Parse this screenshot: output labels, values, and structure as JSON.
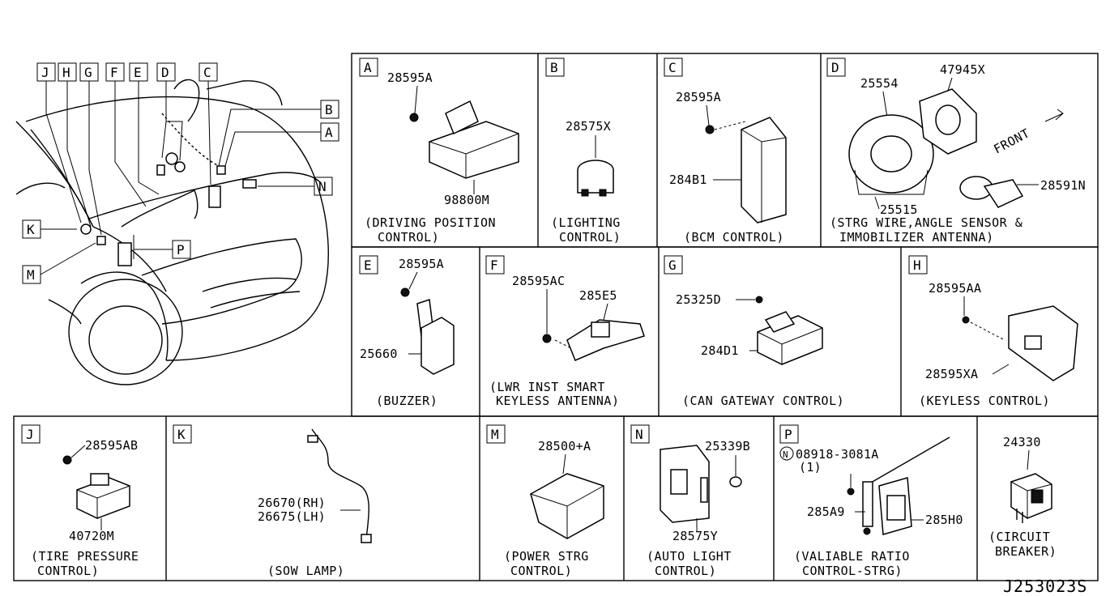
{
  "overview": {
    "callouts": [
      "J",
      "H",
      "G",
      "F",
      "E",
      "D",
      "C",
      "B",
      "A",
      "N",
      "K",
      "P",
      "M"
    ]
  },
  "panels": {
    "A": {
      "letter": "A",
      "parts": [
        "28595A",
        "98800M"
      ],
      "caption": [
        "(DRIVING POSITION",
        "CONTROL)"
      ]
    },
    "B": {
      "letter": "B",
      "parts": [
        "28575X"
      ],
      "caption": [
        "(LIGHTING",
        "CONTROL)"
      ]
    },
    "C": {
      "letter": "C",
      "parts": [
        "28595A",
        "284B1"
      ],
      "caption": [
        "(BCM CONTROL)"
      ]
    },
    "D": {
      "letter": "D",
      "parts": [
        "25554",
        "47945X",
        "25515",
        "28591N"
      ],
      "front": "FRONT",
      "caption": [
        "(STRG WIRE,ANGLE SENSOR &",
        "IMMOBILIZER ANTENNA)"
      ]
    },
    "E": {
      "letter": "E",
      "parts": [
        "28595A",
        "25660"
      ],
      "caption": [
        "(BUZZER)"
      ]
    },
    "F": {
      "letter": "F",
      "parts": [
        "28595AC",
        "285E5"
      ],
      "caption": [
        "(LWR INST SMART",
        "KEYLESS ANTENNA)"
      ]
    },
    "G": {
      "letter": "G",
      "parts": [
        "25325D",
        "284D1"
      ],
      "caption": [
        "(CAN GATEWAY CONTROL)"
      ]
    },
    "H": {
      "letter": "H",
      "parts": [
        "28595AA",
        "28595XA"
      ],
      "caption": [
        "(KEYLESS CONTROL)"
      ]
    },
    "J": {
      "letter": "J",
      "parts": [
        "28595AB",
        "40720M"
      ],
      "caption": [
        "(TIRE PRESSURE",
        "CONTROL)"
      ]
    },
    "K": {
      "letter": "K",
      "parts": [
        "26670(RH)",
        "26675(LH)"
      ],
      "caption": [
        "(SOW LAMP)"
      ]
    },
    "M": {
      "letter": "M",
      "parts": [
        "28500+A"
      ],
      "caption": [
        "(POWER STRG",
        "CONTROL)"
      ]
    },
    "N": {
      "letter": "N",
      "parts": [
        "25339B",
        "28575Y"
      ],
      "caption": [
        "(AUTO LIGHT",
        "CONTROL)"
      ]
    },
    "P": {
      "letter": "P",
      "parts": [
        "08918-3081A",
        "(1)",
        "285A9",
        "285H0"
      ],
      "caption": [
        "(VALIABLE RATIO",
        "CONTROL-STRG)"
      ]
    },
    "CB": {
      "parts": [
        "24330"
      ],
      "caption": [
        "(CIRCUIT",
        "BREAKER)"
      ]
    }
  },
  "diagram_ref": "J253023S"
}
